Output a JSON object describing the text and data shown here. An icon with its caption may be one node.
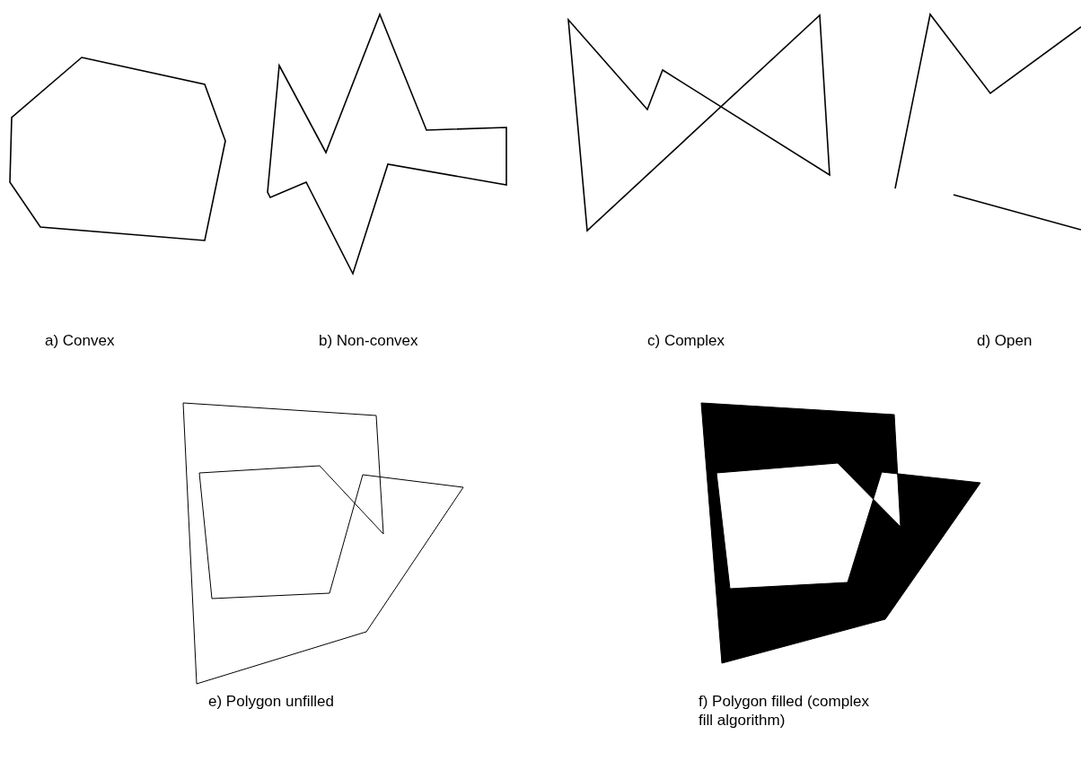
{
  "diagram": {
    "labels": [
      "a) Convex",
      "b) Non-convex",
      "c) Complex",
      "d) Open",
      "e) Polygon unfilled",
      "f) Polygon filled (complex fill algorithm)"
    ]
  }
}
